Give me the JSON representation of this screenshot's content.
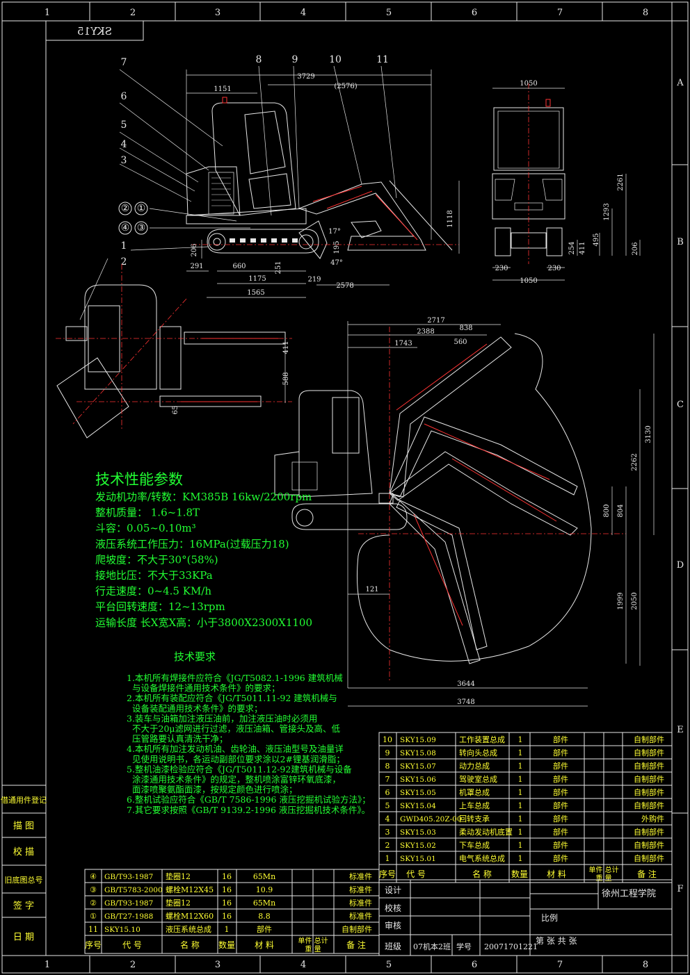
{
  "title_block": {
    "drawing_no_mirrored": "SKY15",
    "school": "徐州工程学院",
    "scale_label": "比例",
    "sheet_label": "第 张 共 张",
    "rows": [
      {
        "label": "设计",
        "value": ""
      },
      {
        "label": "校核",
        "value": ""
      },
      {
        "label": "审核",
        "value": ""
      },
      {
        "label": "班级",
        "value": "07机本2班"
      }
    ],
    "student_no_label": "学号",
    "student_no": "20071701221"
  },
  "border": {
    "cols": [
      "1",
      "2",
      "3",
      "4",
      "5",
      "6",
      "7",
      "8"
    ],
    "rows": [
      "A",
      "B",
      "C",
      "D",
      "E",
      "F"
    ]
  },
  "left_stamp": [
    "借通用件登记",
    "描 图",
    "校 描",
    "旧底图总号",
    "签 字",
    "日 期"
  ],
  "tech_params": {
    "title": "技术性能参数",
    "lines": [
      "发动机功率/转数：KM385B 16kw/2200rpm",
      "整机质量： 1.6~1.8T",
      "斗容：0.05~0.10m³",
      "液压系统工作压力：16MPa(过载压力18)",
      "爬坡度：不大于30°(58%)",
      "接地比压：不大于33KPa",
      "行走速度：0~4.5 KM/h",
      "平台回转速度：12~13rpm",
      "运输长度 长X宽X高：小于3800X2300X1100"
    ]
  },
  "tech_reqs": {
    "title": "技术要求",
    "lines": [
      "1.本机所有焊接件应符合《JG/T5082.1-1996 建筑机械",
      "与设备焊接件通用技术条件》的要求；",
      "2.本机所有装配应符合《JG/T5011.11-92 建筑机械与",
      "设备装配通用技术条件》的要求；",
      "3.装车与油箱加注液压油前，加注液压油时必须用",
      "不大于20μ滤网进行过滤，液压油箱、管接头及高、低",
      "压管路要认真清洗干净；",
      "4.本机所有加注发动机油、齿轮油、液压油型号及油量详",
      "见使用说明书，各运动副部位要求涂以2#锂基润滑脂；",
      "5.整机油漆检验应符合《JG/T5011.12-92建筑机械与设备",
      "涂漆通用技术条件》的规定，整机喷涂富锌环氧底漆，",
      "面漆喷聚氨酯面漆，按规定颜色进行喷涂；",
      "6.整机试验应符合《GB/T 7586-1996 液压挖掘机试验方法》；",
      "7.其它要求按照《GB/T 9139.2-1996 液压挖掘机技术条件》。"
    ]
  },
  "bom_right": {
    "headers": [
      "序号",
      "代 号",
      "名 称",
      "数量",
      "材 料",
      "单件 总计",
      "备 注"
    ],
    "weight_sub": "重 量",
    "rows": [
      [
        "10",
        "SKY15.09",
        "工作装置总成",
        "1",
        "部件",
        "",
        "自制部件"
      ],
      [
        "9",
        "SKY15.08",
        "转向头总成",
        "1",
        "部件",
        "",
        "自制部件"
      ],
      [
        "8",
        "SKY15.07",
        "动力总成",
        "1",
        "部件",
        "",
        "自制部件"
      ],
      [
        "7",
        "SKY15.06",
        "驾驶室总成",
        "1",
        "部件",
        "",
        "自制部件"
      ],
      [
        "6",
        "SKY15.05",
        "机罩总成",
        "1",
        "部件",
        "",
        "自制部件"
      ],
      [
        "5",
        "SKY15.04",
        "上车总成",
        "1",
        "部件",
        "",
        "自制部件"
      ],
      [
        "4",
        "GWD405.20Z-00",
        "回转支承",
        "1",
        "部件",
        "",
        "外购件"
      ],
      [
        "3",
        "SKY15.03",
        "柔动发动机底置",
        "1",
        "部件",
        "",
        "自制部件"
      ],
      [
        "2",
        "SKY15.02",
        "下车总成",
        "1",
        "部件",
        "",
        "自制部件"
      ],
      [
        "1",
        "SKY15.01",
        "电气系统总成",
        "1",
        "部件",
        "",
        "自制部件"
      ]
    ]
  },
  "bom_left": {
    "headers": [
      "序号",
      "代 号",
      "名 称",
      "数量",
      "材 料",
      "单件 总计",
      "备 注"
    ],
    "weight_sub": "重 量",
    "rows": [
      [
        "④",
        "GB/T93-1987",
        "垫圈12",
        "16",
        "65Mn",
        "",
        "标准件"
      ],
      [
        "③",
        "GB/T5783-2000",
        "螺栓M12X45",
        "16",
        "10.9",
        "",
        "标准件"
      ],
      [
        "②",
        "GB/T93-1987",
        "垫圈12",
        "16",
        "65Mn",
        "",
        "标准件"
      ],
      [
        "①",
        "GB/T27-1988",
        "螺栓M12X60",
        "16",
        "8.8",
        "",
        "标准件"
      ],
      [
        "11",
        "SKY15.10",
        "液压系统总成",
        "1",
        "部件",
        "",
        "自制部件"
      ]
    ]
  },
  "balloons": [
    "7",
    "6",
    "5",
    "4",
    "3",
    "1",
    "2",
    "②",
    "①",
    "④",
    "③",
    "8",
    "9",
    "10",
    "11"
  ],
  "dims_side": [
    "1151",
    "3729",
    "(2576)",
    "1118",
    "291",
    "660",
    "1175",
    "1565",
    "251",
    "219",
    "2578",
    "206",
    "195",
    "17°",
    "47°"
  ],
  "dims_front": [
    "1050",
    "2261",
    "1293",
    "495",
    "254",
    "411",
    "206",
    "230",
    "230",
    "1050"
  ],
  "dims_top": [
    "411",
    "588",
    "65"
  ],
  "dims_work": [
    "2717",
    "2388",
    "1743",
    "838",
    "560",
    "3130",
    "2262",
    "804",
    "800",
    "2050",
    "1999",
    "121",
    "3644",
    "3748"
  ],
  "colors": {
    "green": "#22ff33",
    "red": "#ff3333",
    "white": "#e8e8e8",
    "yellow": "#ffff33",
    "bg": "#000000"
  }
}
